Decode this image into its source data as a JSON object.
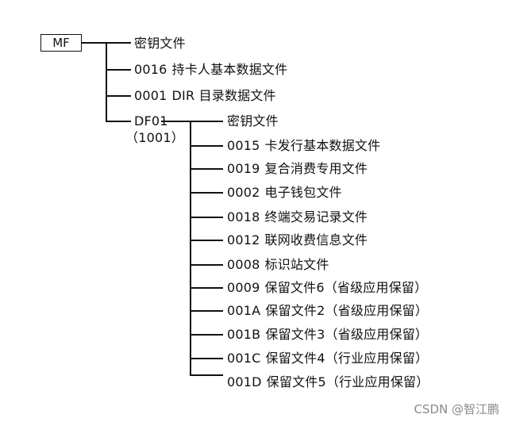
{
  "root": {
    "label": "MF"
  },
  "mf_children": [
    {
      "code": "",
      "text": "密钥文件"
    },
    {
      "code": "0016",
      "text": "持卡人基本数据文件"
    },
    {
      "code": "0001",
      "text": "DIR 目录数据文件"
    }
  ],
  "df": {
    "label": "DF01",
    "sublabel": "（1001）"
  },
  "df_children": [
    {
      "code": "",
      "text": "密钥文件"
    },
    {
      "code": "0015",
      "text": "卡发行基本数据文件"
    },
    {
      "code": "0019",
      "text": "复合消费专用文件"
    },
    {
      "code": "0002",
      "text": "电子钱包文件"
    },
    {
      "code": "0018",
      "text": "终端交易记录文件"
    },
    {
      "code": "0012",
      "text": "联网收费信息文件"
    },
    {
      "code": "0008",
      "text": "标识站文件"
    },
    {
      "code": "0009",
      "text": "保留文件6（省级应用保留）"
    },
    {
      "code": "001A",
      "text": "保留文件2（省级应用保留）"
    },
    {
      "code": "001B",
      "text": "保留文件3（省级应用保留）"
    },
    {
      "code": "001C",
      "text": "保留文件4（行业应用保留）"
    },
    {
      "code": "001D",
      "text": "保留文件5（行业应用保留）"
    }
  ],
  "watermark": "CSDN @智江鹏"
}
